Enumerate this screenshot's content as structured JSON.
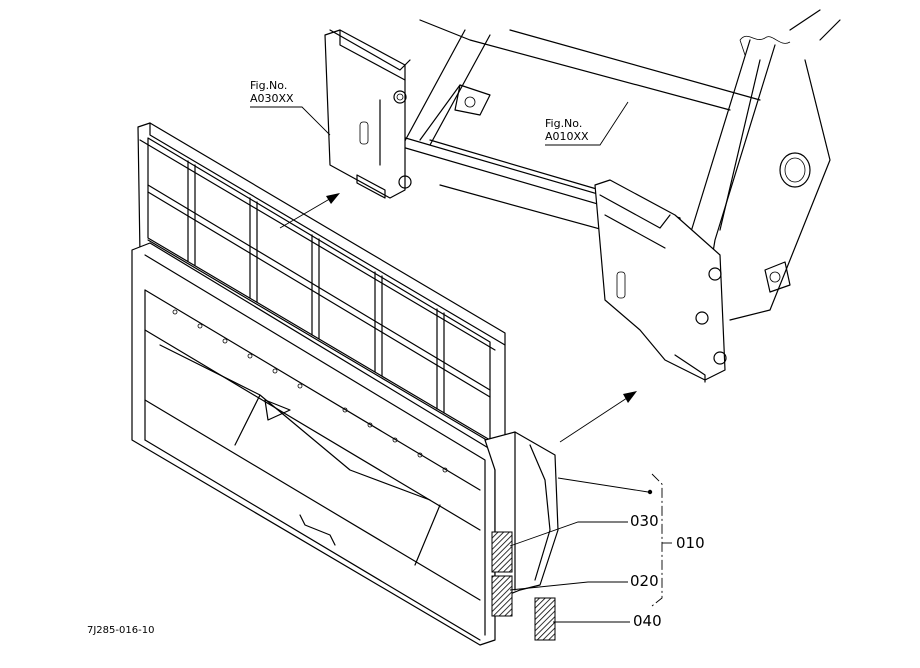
{
  "fig_refs": [
    {
      "line1": "Fig.No.",
      "line2": "A030XX"
    },
    {
      "line1": "Fig.No.",
      "line2": "A010XX"
    }
  ],
  "callouts": {
    "part_030": "030",
    "part_020": "020",
    "part_040": "040",
    "part_010": "010"
  },
  "drawing_code": "7J285-016-10"
}
